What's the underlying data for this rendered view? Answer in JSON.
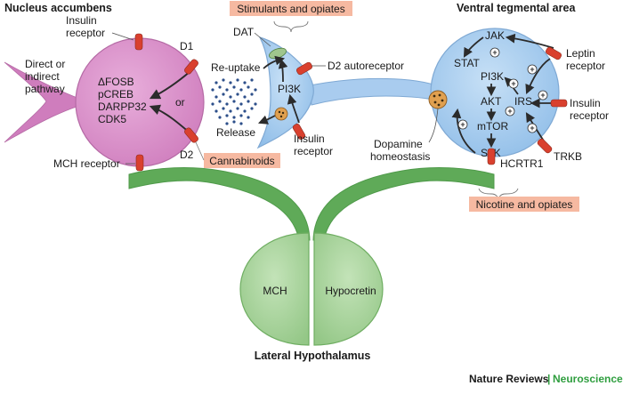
{
  "colors": {
    "accumbens_neuron": "#d98fc8",
    "vta_neuron": "#a9ccef",
    "hypothalamus": "#a6d49a",
    "hypothalamus_line": "#4f9a4a",
    "receptor": "#d9402e",
    "tag_fill": "#f6b9a1",
    "brand_green": "#2f9e3f"
  },
  "regions": {
    "nucleus_accumbens": "Nucleus accumbens",
    "vta": "Ventral tegmental area",
    "lateral_hypothalamus": "Lateral Hypothalamus"
  },
  "tags": {
    "stimulants": "Stimulants and opiates",
    "cannabinoids": "Cannabinoids",
    "nicotine": "Nicotine and opiates"
  },
  "accumbens": {
    "insulin_receptor": [
      "Insulin",
      "receptor"
    ],
    "pathway": [
      "Direct or",
      "indirect",
      "pathway"
    ],
    "markers": [
      "ΔFOSB",
      "pCREB",
      "DARPP32",
      "CDK5"
    ],
    "d1": "D1",
    "d2": "D2",
    "or": "or",
    "mch_receptor": "MCH receptor"
  },
  "synapse": {
    "dat": "DAT",
    "reuptake": "Re-uptake",
    "release": "Release",
    "d2_autoreceptor": "D2 autoreceptor",
    "pi3k": "PI3K",
    "insulin_receptor": [
      "Insulin",
      "receptor"
    ]
  },
  "vta": {
    "jak": "JAK",
    "stat": "STAT",
    "pi3k": "PI3K",
    "akt": "AKT",
    "mtor": "mTOR",
    "s6k": "S6K",
    "irs": "IRS",
    "leptin_receptor": [
      "Leptin",
      "receptor"
    ],
    "insulin_receptor": [
      "Insulin",
      "receptor"
    ],
    "trkb": "TRKB",
    "hcrtr1": "HCRTR1",
    "dopamine_homeostasis": [
      "Dopamine",
      "homeostasis"
    ],
    "plus": "+"
  },
  "hypothalamus": {
    "mch": "MCH",
    "hypocretin": "Hypocretin"
  },
  "credit": {
    "journal": "Nature Reviews",
    "separator": "|",
    "section": "Neuroscience"
  }
}
